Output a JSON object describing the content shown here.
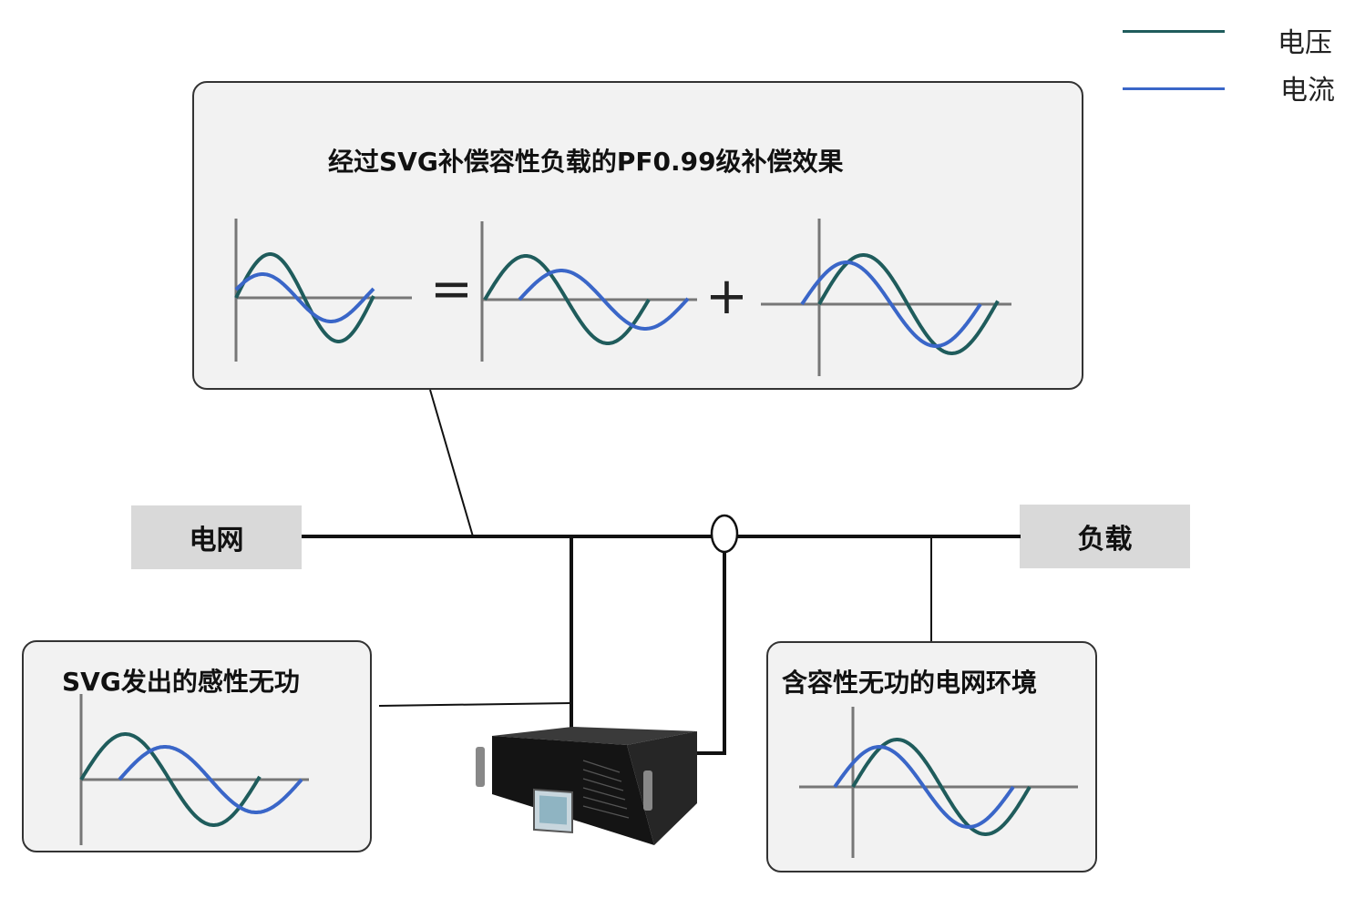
{
  "colors": {
    "voltage": "#1f5c5c",
    "current": "#3a66c8",
    "axis": "#777777",
    "wire": "#111111"
  },
  "legend": {
    "voltage_label": "电压",
    "current_label": "电流"
  },
  "top_panel": {
    "title": "经过SVG补偿容性负载的PF0.99级补偿效果",
    "equals": "=",
    "plus": "+"
  },
  "left_panel": {
    "title": "SVG发出的感性无功"
  },
  "right_panel": {
    "title": "含容性无功的电网环境"
  },
  "nodes": {
    "grid": "电网",
    "load": "负载"
  },
  "device": {
    "icon": "svg-cabinet-icon"
  }
}
